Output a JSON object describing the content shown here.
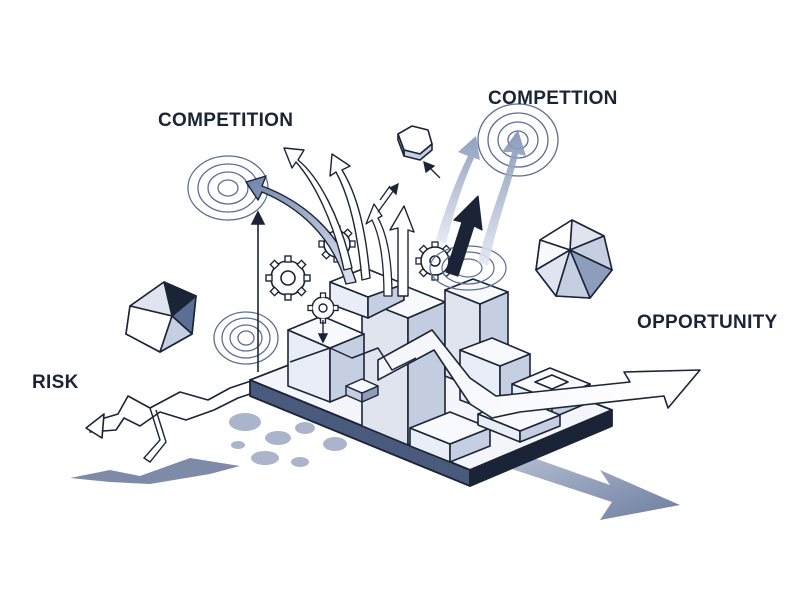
{
  "labels": {
    "competition_left": "COMPETITION",
    "competition_right": "COMPETTION",
    "opportunity": "OPPORTUNITY",
    "risk": "RISK"
  },
  "colors": {
    "ink": "#1b2437",
    "slate_dark": "#5c6e93",
    "slate_mid": "#8e9dbb",
    "slate_light": "#c6cfe2",
    "face_light": "#e9edf5",
    "face_white": "#f7f9fc"
  },
  "icons": [
    "gear-icon",
    "polyhedron-icon",
    "signal-ripple-icon",
    "hexagon-nut-icon"
  ]
}
